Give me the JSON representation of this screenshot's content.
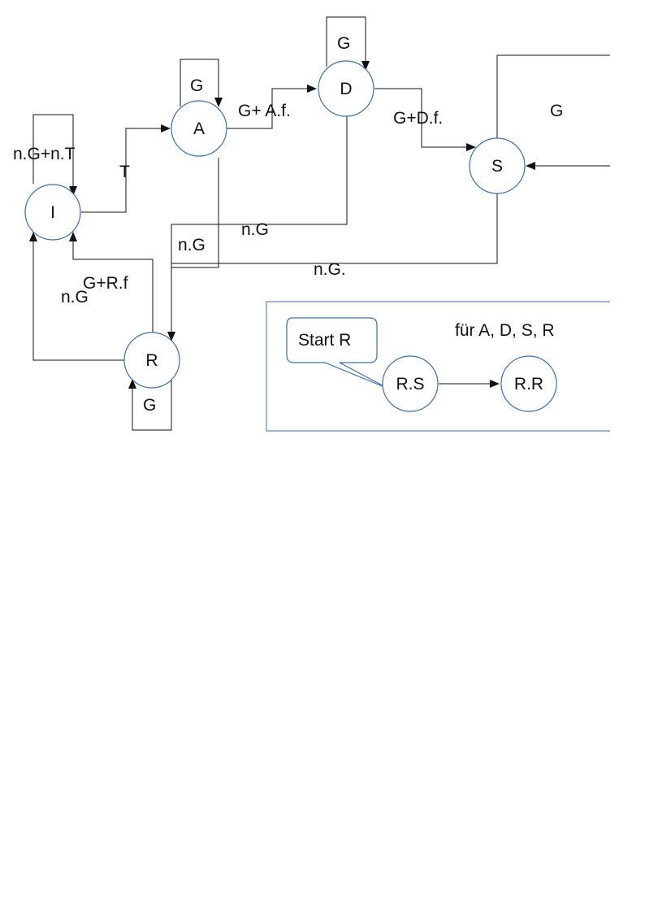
{
  "nodes": {
    "I": "I",
    "A": "A",
    "D": "D",
    "S": "S",
    "R": "R",
    "RS": "R.S",
    "RR": "R.R"
  },
  "labels": {
    "loop_I": "n.G+n.T",
    "I_to_A": "T",
    "loop_A": "G",
    "A_to_D": "G+ A.f.",
    "loop_D": "G",
    "D_to_S": "G+D.f.",
    "S_right": "G",
    "D_to_R": "n.G",
    "A_to_R": "n.G",
    "S_to_R": "n.G.",
    "R_to_I_f": "G+R.f",
    "R_to_I": "n.G",
    "loop_R": "G"
  },
  "legend": {
    "note": "für A, D, S, R",
    "callout": "Start R"
  }
}
